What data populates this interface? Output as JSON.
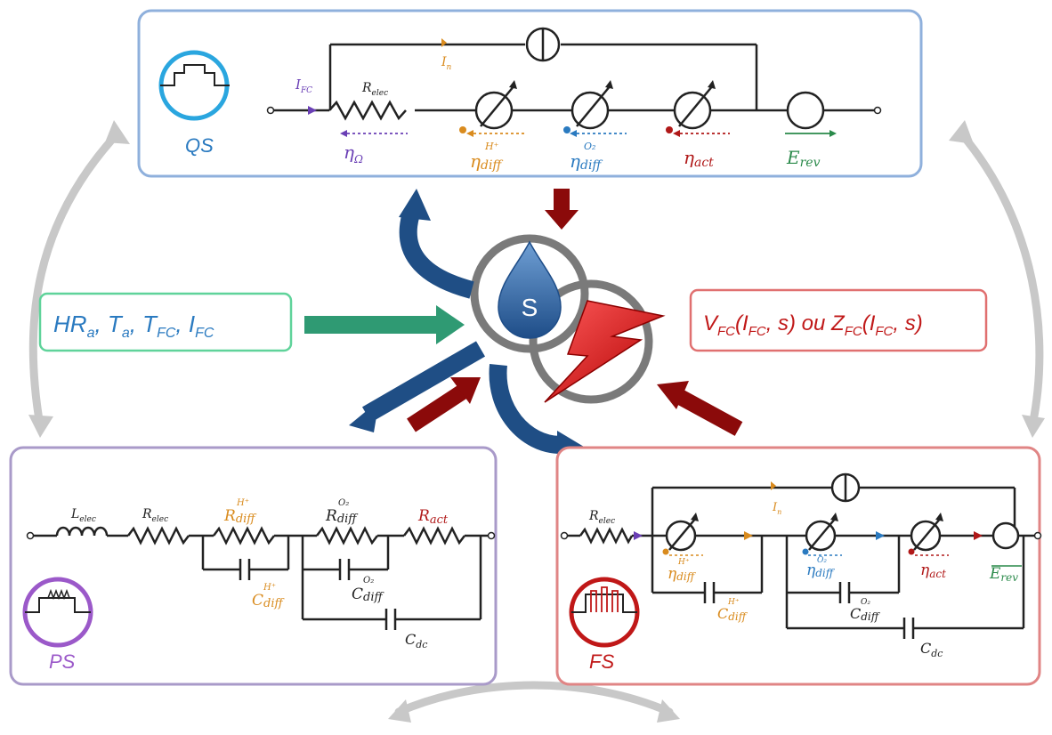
{
  "panels": {
    "qs": {
      "name": "QS",
      "labels": {
        "i_fc": "I",
        "i_fc_sub": "FC",
        "r_elec": "R",
        "r_elec_sub": "elec",
        "i_n": "I",
        "i_n_sub": "n",
        "eta_omega": "η",
        "eta_omega_sub": "Ω",
        "eta_diff_h": "η",
        "eta_diff_h_sub": "diff",
        "eta_diff_h_sup": "H⁺",
        "eta_diff_o2": "η",
        "eta_diff_o2_sub": "diff",
        "eta_diff_o2_sup": "O₂",
        "eta_act": "η",
        "eta_act_sub": "act",
        "e_rev": "E",
        "e_rev_sub": "rev"
      }
    },
    "ps": {
      "name": "PS",
      "labels": {
        "l_elec": "L",
        "l_elec_sub": "elec",
        "r_elec": "R",
        "r_elec_sub": "elec",
        "r_diff_h": "R",
        "r_diff_h_sub": "diff",
        "r_diff_h_sup": "H⁺",
        "r_diff_o2": "R",
        "r_diff_o2_sub": "diff",
        "r_diff_o2_sup": "O₂",
        "r_act": "R",
        "r_act_sub": "act",
        "c_diff_h": "C",
        "c_diff_h_sub": "diff",
        "c_diff_h_sup": "H⁺",
        "c_diff_o2": "C",
        "c_diff_o2_sub": "diff",
        "c_diff_o2_sup": "O₂",
        "c_dc": "C",
        "c_dc_sub": "dc"
      }
    },
    "fs": {
      "name": "FS",
      "labels": {
        "r_elec": "R",
        "r_elec_sub": "elec",
        "i_n": "I",
        "i_n_sub": "n",
        "eta_diff_h": "η",
        "eta_diff_h_sub": "diff",
        "eta_diff_h_sup": "H⁺",
        "eta_diff_o2": "η",
        "eta_diff_o2_sub": "diff",
        "eta_diff_o2_sup": "O₂",
        "eta_act": "η",
        "eta_act_sub": "act",
        "e_rev": "E",
        "e_rev_sub": "rev",
        "c_diff_h": "C",
        "c_diff_h_sub": "diff",
        "c_diff_h_sup": "H⁺",
        "c_diff_o2": "C",
        "c_diff_o2_sub": "diff",
        "c_diff_o2_sup": "O₂",
        "c_dc": "C",
        "c_dc_sub": "dc"
      }
    }
  },
  "center": {
    "label": "S"
  },
  "inputs": {
    "parts": [
      "HR",
      "a",
      ", T",
      "a",
      ", T",
      "FC",
      ", I",
      "FC"
    ]
  },
  "outputs": {
    "parts": [
      "V",
      "FC",
      "(I",
      "FC",
      ", s) ou Z",
      "FC",
      "(I",
      "FC",
      ", s)"
    ]
  },
  "colors": {
    "qs_border": "#8fb0dc",
    "ps_border": "#a99ac9",
    "fs_border": "#e08585",
    "input_border": "#5fd39a",
    "output_border": "#e07070",
    "blue_arrow": "#1f4e85",
    "red_arrow": "#8b0a0a",
    "green_arrow": "#2f9a73",
    "gray_arrow": "#c8c8c8",
    "qs_icon": "#2aa6df",
    "ps_icon": "#9b59c9",
    "fs_icon": "#c01818",
    "purple": "#6a3fb5",
    "orange": "#d98b1e",
    "blue": "#2a7ac0",
    "red": "#b01818",
    "green": "#2a8a4a"
  }
}
